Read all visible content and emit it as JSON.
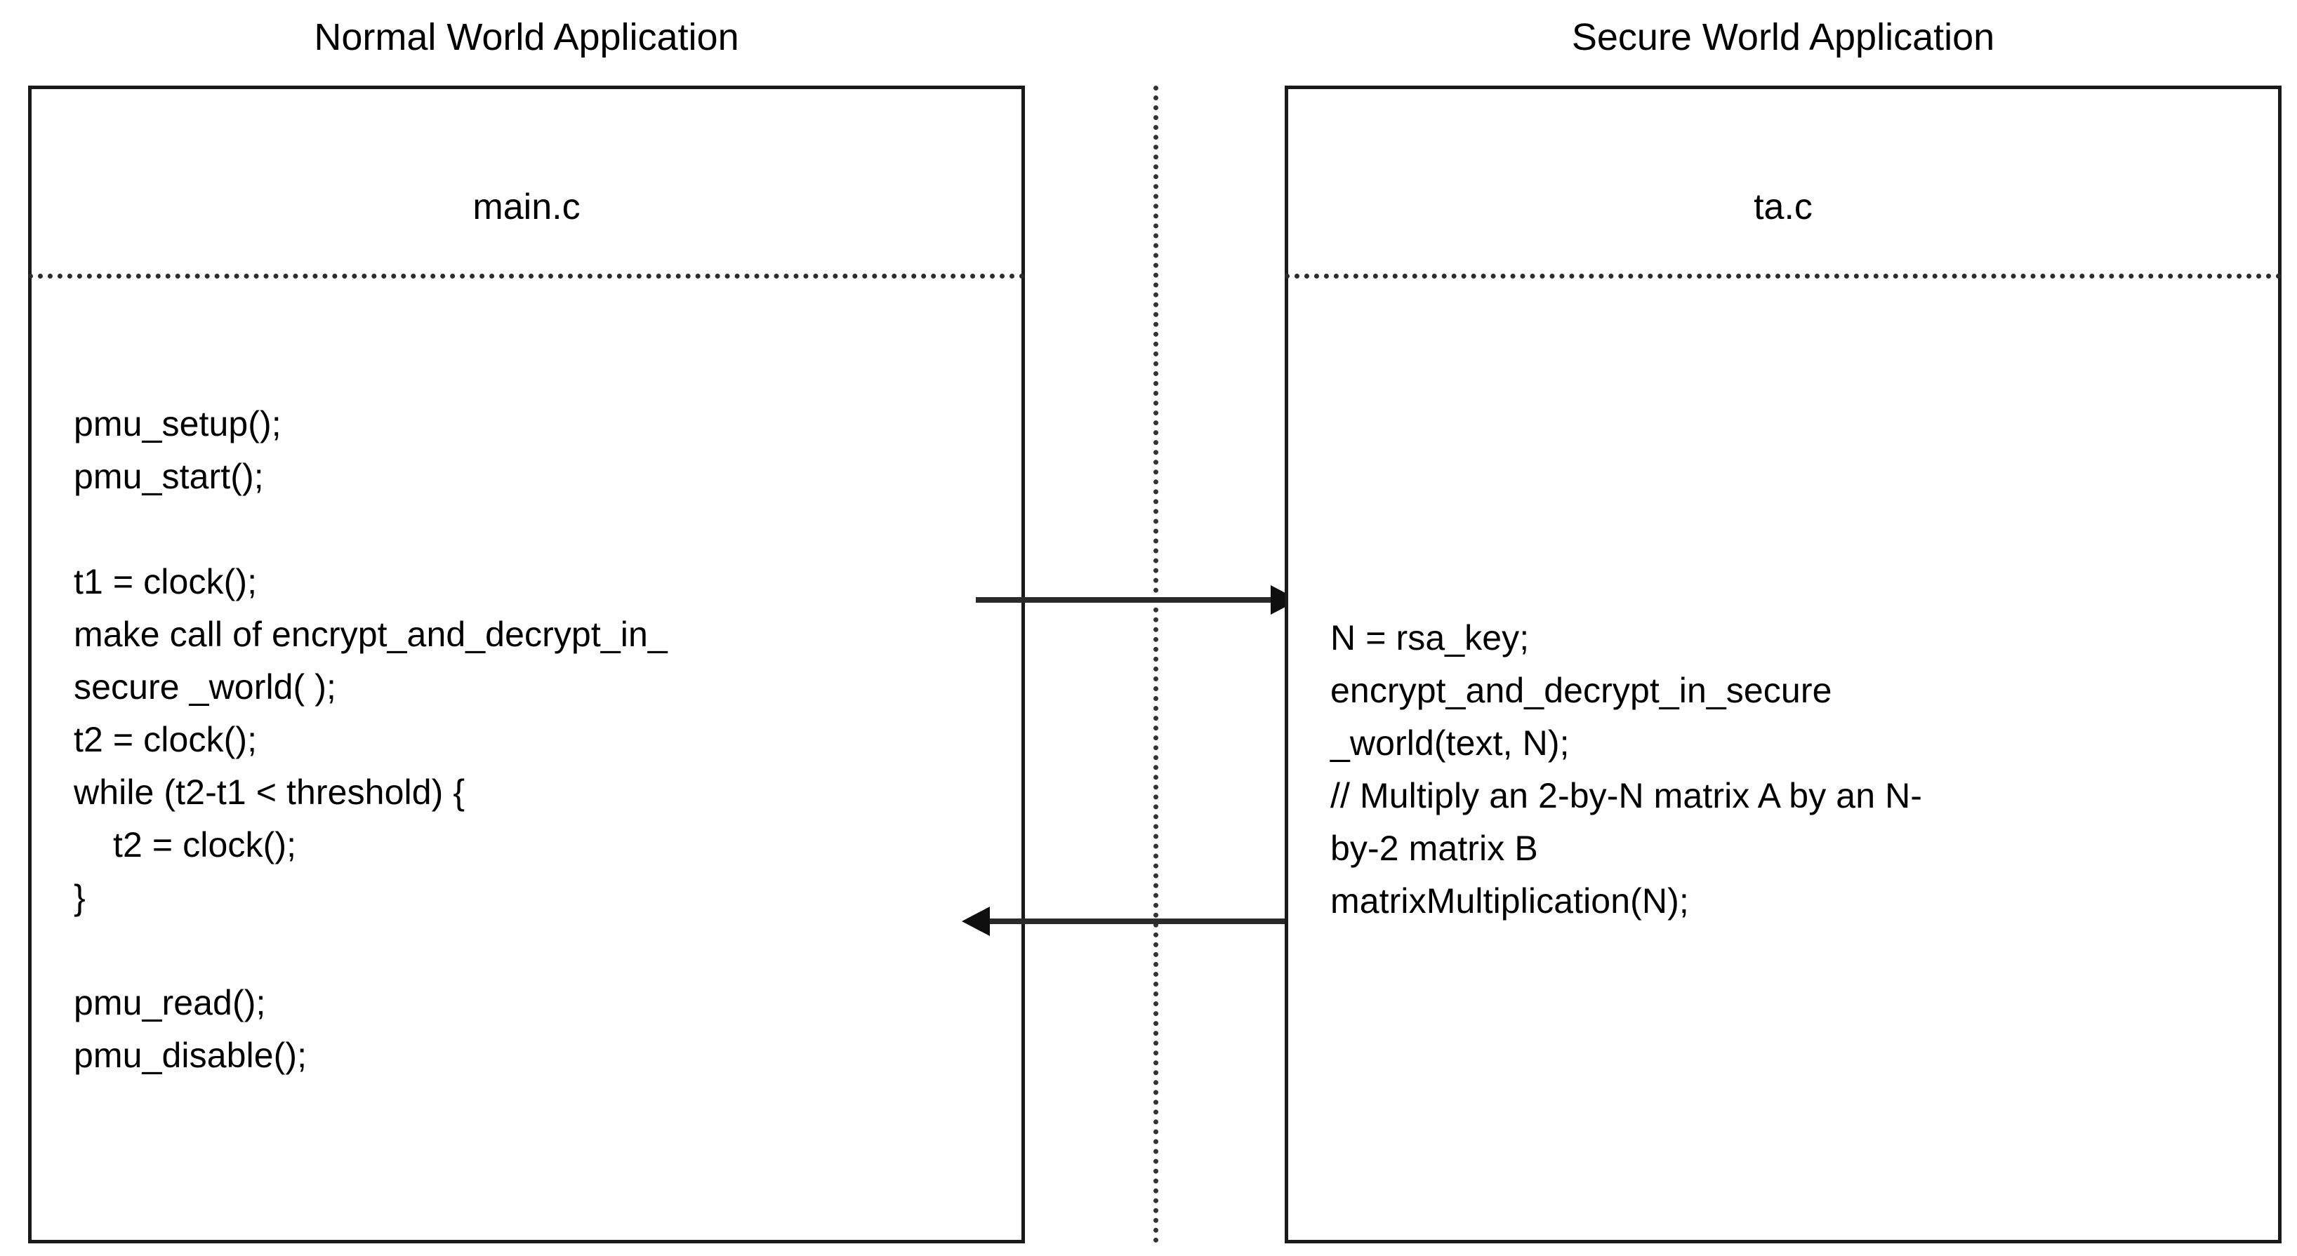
{
  "diagram": {
    "title": "TrustZone normal world / secure world call flow",
    "separator_style": "dotted-vertical"
  },
  "columns": {
    "left": {
      "header": "Normal World Application",
      "file_name": "main.c",
      "code_lines": [
        "pmu_setup();",
        "pmu_start();",
        "",
        "t1 = clock();",
        "make call of encrypt_and_decrypt_in_",
        "secure _world( );",
        "t2 = clock();",
        "while (t2-t1 < threshold) {",
        "    t2 = clock();",
        "}",
        "",
        "pmu_read();",
        "pmu_disable();"
      ]
    },
    "right": {
      "header": "Secure World Application",
      "file_name": "ta.c",
      "code_lines": [
        "N = rsa_key;",
        "encrypt_and_decrypt_in_secure",
        "_world(text, N);",
        "// Multiply an 2-by-N matrix A by an N-",
        "by-2 matrix B",
        "matrixMultiplication(N);"
      ]
    }
  },
  "arrows": [
    {
      "name": "call-arrow",
      "direction": "left-to-right",
      "from": "main.c",
      "to": "ta.c"
    },
    {
      "name": "return-arrow",
      "direction": "right-to-left",
      "from": "ta.c",
      "to": "main.c"
    }
  ],
  "colors": {
    "background": "#ffffff",
    "text": "#000000",
    "border": "#1a1a1a",
    "arrow": "#2a2a2a",
    "divider": "#2b2b2b"
  }
}
